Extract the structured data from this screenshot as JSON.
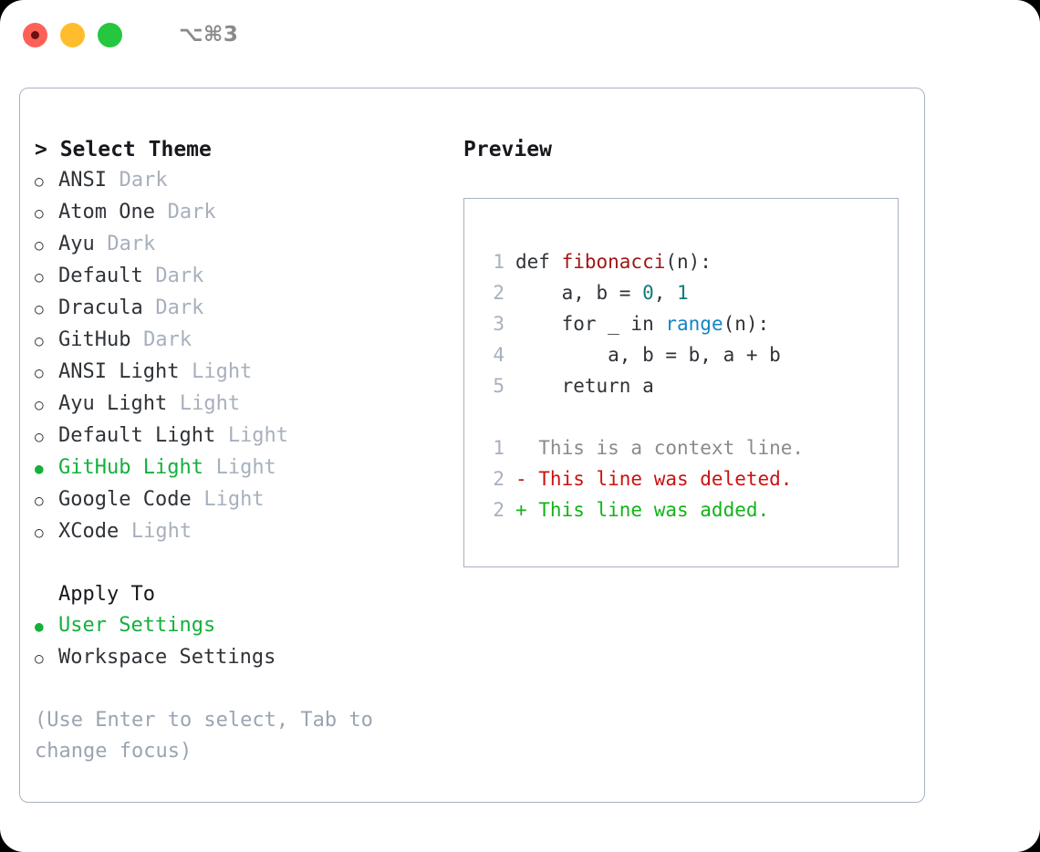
{
  "window": {
    "shortcut": "⌥⌘3",
    "traffic_lights": [
      {
        "name": "close-button",
        "color": "#ff6058"
      },
      {
        "name": "minimize-button",
        "color": "#ffbd2e"
      },
      {
        "name": "maximize-button",
        "color": "#25c73f"
      }
    ]
  },
  "theme_picker": {
    "header": "> Select Theme",
    "selected_marker": "●",
    "unselected_marker": "○",
    "accent_color": "#14b03c",
    "items": [
      {
        "name": "ANSI",
        "kind": "Dark",
        "selected": false
      },
      {
        "name": "Atom One",
        "kind": "Dark",
        "selected": false
      },
      {
        "name": "Ayu",
        "kind": "Dark",
        "selected": false
      },
      {
        "name": "Default",
        "kind": "Dark",
        "selected": false
      },
      {
        "name": "Dracula",
        "kind": "Dark",
        "selected": false
      },
      {
        "name": "GitHub",
        "kind": "Dark",
        "selected": false
      },
      {
        "name": "ANSI Light",
        "kind": "Light",
        "selected": false
      },
      {
        "name": "Ayu Light",
        "kind": "Light",
        "selected": false
      },
      {
        "name": "Default Light",
        "kind": "Light",
        "selected": false
      },
      {
        "name": "GitHub Light",
        "kind": "Light",
        "selected": true
      },
      {
        "name": "Google Code",
        "kind": "Light",
        "selected": false
      },
      {
        "name": "XCode",
        "kind": "Light",
        "selected": false
      }
    ]
  },
  "apply_to": {
    "label": "Apply To",
    "options": [
      {
        "name": "User Settings",
        "selected": true
      },
      {
        "name": "Workspace Settings",
        "selected": false
      }
    ]
  },
  "hint": "(Use Enter to select, Tab to change focus)",
  "preview": {
    "header": "Preview",
    "code_lines": [
      {
        "no": "1",
        "segments": [
          {
            "text": "def ",
            "cls": "code-text"
          },
          {
            "text": "fibonacci",
            "cls": "tok-func"
          },
          {
            "text": "(n):",
            "cls": "code-text"
          }
        ]
      },
      {
        "no": "2",
        "segments": [
          {
            "text": "    a, b = ",
            "cls": "code-text"
          },
          {
            "text": "0",
            "cls": "tok-num"
          },
          {
            "text": ", ",
            "cls": "code-text"
          },
          {
            "text": "1",
            "cls": "tok-num"
          }
        ]
      },
      {
        "no": "3",
        "segments": [
          {
            "text": "    for _ in ",
            "cls": "code-text"
          },
          {
            "text": "range",
            "cls": "tok-call"
          },
          {
            "text": "(n):",
            "cls": "code-text"
          }
        ]
      },
      {
        "no": "4",
        "segments": [
          {
            "text": "        a, b = b, a + b",
            "cls": "code-text"
          }
        ]
      },
      {
        "no": "5",
        "segments": [
          {
            "text": "    return a",
            "cls": "code-text"
          }
        ]
      }
    ],
    "diff_lines": [
      {
        "no": "1",
        "text": "  This is a context line.",
        "cls": "diff-ctx"
      },
      {
        "no": "2",
        "text": "- This line was deleted.",
        "cls": "diff-del"
      },
      {
        "no": "2",
        "text": "+ This line was added.",
        "cls": "diff-add"
      }
    ]
  }
}
